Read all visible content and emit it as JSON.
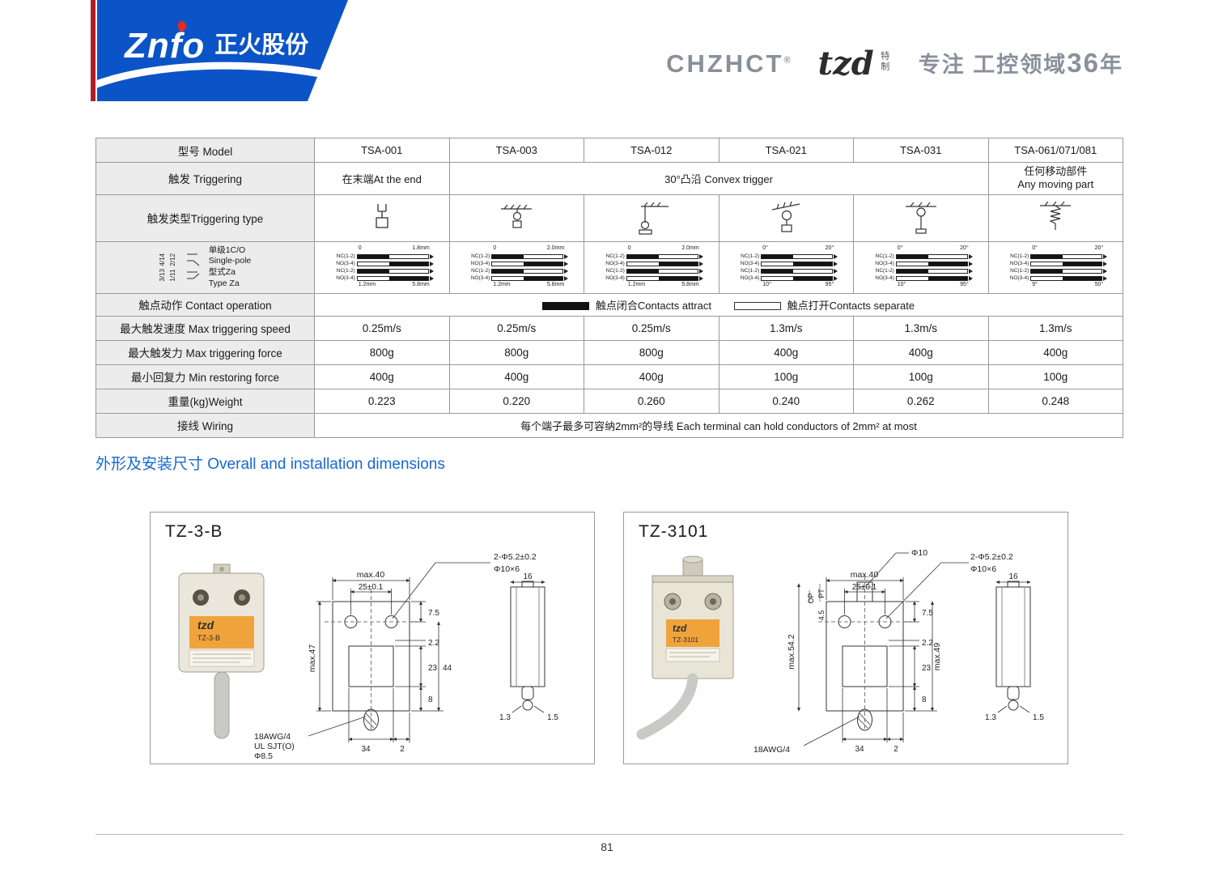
{
  "header": {
    "logo_latin": "Znfo",
    "logo_cn": "正火股份",
    "brand": "CHZHCT",
    "reg": "®",
    "sub_brand": "tzd",
    "sub_brand_tag": "特制",
    "slogan_1": "专注",
    "slogan_2": "工控领域",
    "slogan_3": "36",
    "slogan_4": "年"
  },
  "spec_table": {
    "model": {
      "label": "型号 Model",
      "values": [
        "TSA-001",
        "TSA-003",
        "TSA-012",
        "TSA-021",
        "TSA-031",
        "TSA-061/071/081"
      ]
    },
    "triggering": {
      "label": "触发 Triggering",
      "end": "在末端At the end",
      "convex": "30°凸沿 Convex trigger",
      "any_cn": "任何移动部件",
      "any_en": "Any moving part"
    },
    "triggering_type": {
      "label": "触发类型Triggering type"
    },
    "pole": {
      "terminals_top": "4/14",
      "terminals_top2": "2/12",
      "terminals_bot": "3/13",
      "terminals_bot2": "1/11",
      "line1": "单级1C/O",
      "line2": "Single-pole",
      "line3": "型式Za",
      "line4": "Type Za"
    },
    "diagrams": [
      {
        "top_left": "0",
        "top_right": "1.8mm",
        "rows": [
          "NC(1-2)",
          "NO(3-4)",
          "NC(1-2)",
          "NO(3-4)"
        ],
        "bot_left": "1.2mm",
        "bot_right": "5.8mm"
      },
      {
        "top_left": "0",
        "top_right": "2.0mm",
        "rows": [
          "NC(1-2)",
          "NO(3-4)",
          "NC(1-2)",
          "NO(3-4)"
        ],
        "bot_left": "1.2mm",
        "bot_right": "5.8mm"
      },
      {
        "top_left": "0",
        "top_right": "2.0mm",
        "rows": [
          "NC(1-2)",
          "NO(3-4)",
          "NC(1-2)",
          "NO(3-4)"
        ],
        "bot_left": "1.2mm",
        "bot_right": "5.8mm"
      },
      {
        "top_left": "0°",
        "top_right": "20°",
        "rows": [
          "NC(1-2)",
          "NO(3-4)",
          "NC(1-2)",
          "NO(3-4)"
        ],
        "bot_left": "10°",
        "bot_right": "95°"
      },
      {
        "top_left": "0°",
        "top_right": "20°",
        "rows": [
          "NC(1-2)",
          "NO(3-4)",
          "NC(1-2)",
          "NO(3-4)"
        ],
        "bot_left": "10°",
        "bot_right": "95°"
      },
      {
        "top_left": "0°",
        "top_right": "20°",
        "rows": [
          "NC(1-2)",
          "NO(3-4)",
          "NC(1-2)",
          "NO(3-4)"
        ],
        "bot_left": "9°",
        "bot_right": "50°"
      }
    ],
    "contact_operation": {
      "label": "触点动作 Contact operation",
      "attract": "触点闭合Contacts attract",
      "separate": "触点打开Contacts separate"
    },
    "max_speed": {
      "label": "最大触发速度 Max triggering speed",
      "values": [
        "0.25m/s",
        "0.25m/s",
        "0.25m/s",
        "1.3m/s",
        "1.3m/s",
        "1.3m/s"
      ]
    },
    "max_force": {
      "label": "最大触发力 Max triggering force",
      "values": [
        "800g",
        "800g",
        "800g",
        "400g",
        "400g",
        "400g"
      ]
    },
    "min_force": {
      "label": "最小回复力 Min restoring force",
      "values": [
        "400g",
        "400g",
        "400g",
        "100g",
        "100g",
        "100g"
      ]
    },
    "weight": {
      "label": "重量(kg)Weight",
      "values": [
        "0.223",
        "0.220",
        "0.260",
        "0.240",
        "0.262",
        "0.248"
      ]
    },
    "wiring": {
      "label": "接线 Wiring",
      "value": "每个端子最多可容纳2mm²的导线 Each terminal can hold conductors of 2mm² at most"
    }
  },
  "section_title": "外形及安装尺寸 Overall and installation dimensions",
  "panel_tz3b": {
    "title": "TZ-3-B",
    "device": {
      "brand": "tzd",
      "model": "TZ-3-B"
    },
    "dims": {
      "hole_note1": "2-Φ5.2±0.2",
      "hole_note2": "Φ10×6",
      "max40": "max.40",
      "d25": "25±0.1",
      "d75": "7.5",
      "max47": "max.47",
      "d22": "2.2",
      "d23": "23",
      "d8": "8",
      "d44": "44",
      "d34": "34",
      "d2": "2",
      "d16": "16",
      "d13": "1.3",
      "d15": "1.5",
      "cable1": "18AWG/4",
      "cable2": "UL SJT(O)",
      "cable3": "Φ8.5"
    }
  },
  "panel_tz3101": {
    "title": "TZ-3101",
    "device": {
      "brand": "tzd",
      "model": "TZ-3101"
    },
    "dims": {
      "phi10": "Φ10",
      "hole_note1": "2-Φ5.2±0.2",
      "hole_note2": "Φ10×6",
      "max40": "max.40",
      "d25": "25±0.1",
      "pt": "PT",
      "op": "OP",
      "d45": "4.5",
      "max542": "max.54.2",
      "d75": "7.5",
      "max49": "max.49",
      "d22": "2.2",
      "d23": "23",
      "d8": "8",
      "d34": "34",
      "d2": "2",
      "d16": "16",
      "d13": "1.3",
      "d15": "1.5",
      "cable1": "18AWG/4"
    }
  },
  "footer": {
    "page_number": "81"
  }
}
